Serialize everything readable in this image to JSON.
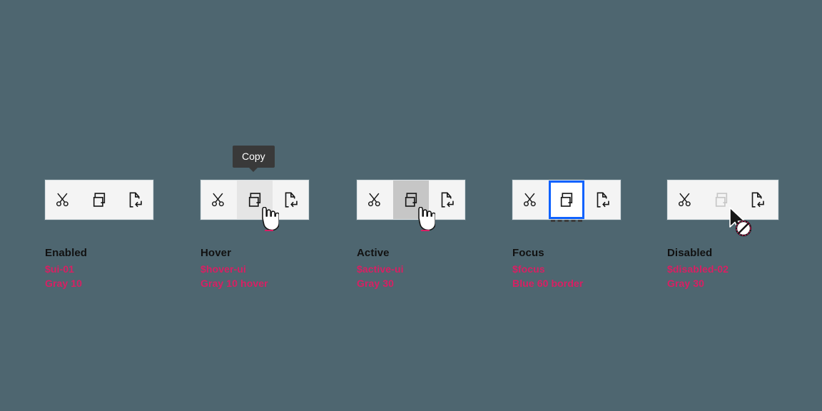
{
  "page": {
    "background_color": "#4e6670",
    "accent_token_color": "#d91f63",
    "focus_border_color": "#0f62fe"
  },
  "toolbar": {
    "buttons": [
      {
        "name": "cut",
        "icon": "scissors-icon",
        "label": "Cut"
      },
      {
        "name": "copy",
        "icon": "copy-icon",
        "label": "Copy"
      },
      {
        "name": "paste",
        "icon": "paste-icon",
        "label": "Paste"
      }
    ]
  },
  "tooltip": {
    "label": "Copy"
  },
  "states": [
    {
      "id": "enabled",
      "title": "Enabled",
      "token": "$ui-01",
      "reference": "Gray 10",
      "fill": "#f4f4f4"
    },
    {
      "id": "hover",
      "title": "Hover",
      "token": "$hover-ui",
      "reference": "Gray 10 hover",
      "fill": "#e5e5e5"
    },
    {
      "id": "active",
      "title": "Active",
      "token": "$active-ui",
      "reference": "Gray 30",
      "fill": "#c6c6c6"
    },
    {
      "id": "focus",
      "title": "Focus",
      "token": "$focus",
      "reference": "Blue 60 border",
      "fill": "#0f62fe"
    },
    {
      "id": "disabled",
      "title": "Disabled",
      "token": "$disabled-02",
      "reference": "Gray 30",
      "fill": "#c6c6c6"
    }
  ]
}
